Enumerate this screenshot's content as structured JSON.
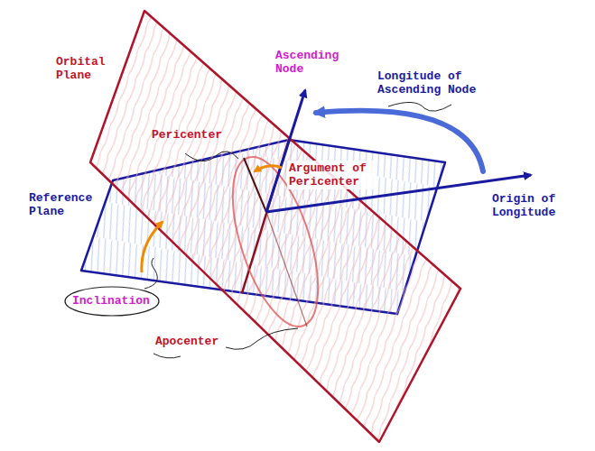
{
  "diagram": {
    "labels": [
      "Orbital Plane",
      "Ascending Node",
      "Longitude of Ascending Node",
      "Pericenter",
      "Argument of Pericenter",
      "Reference Plane",
      "Origin of Longitude",
      "Inclination",
      "Apocenter"
    ]
  }
}
